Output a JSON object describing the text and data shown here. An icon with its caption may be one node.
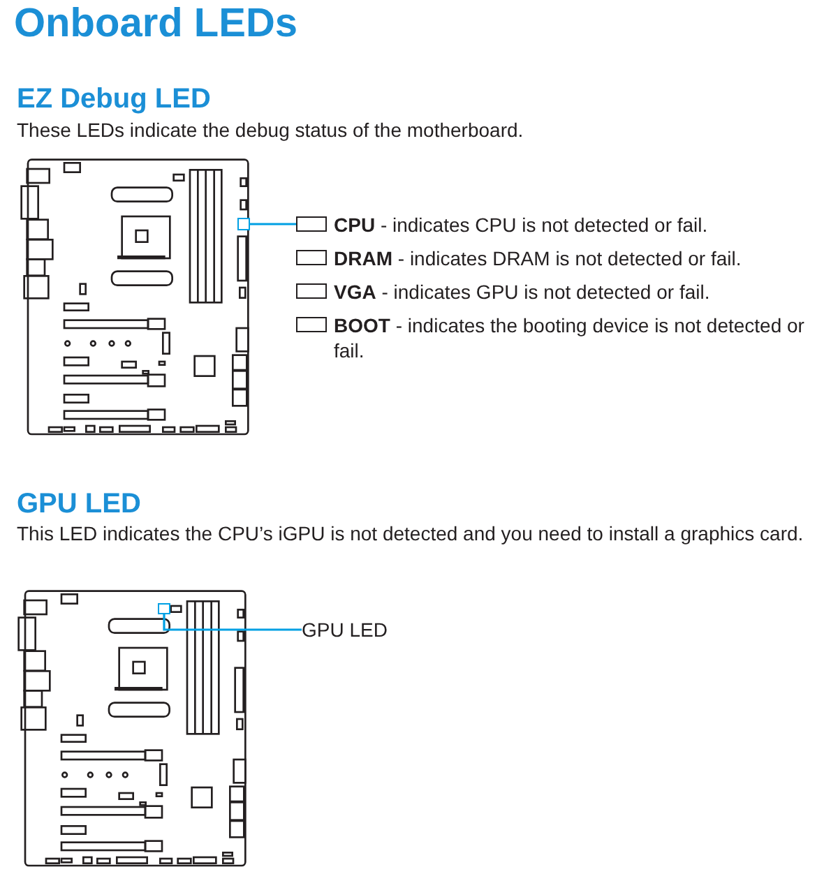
{
  "diagram": {
    "title": "Onboard LEDs",
    "nodes": [
      {
        "text": [],
        "shape": "box"
      },
      {
        "text": [
          "**CPU** - indicates CPU is not detected or fail."
        ]
      },
      {
        "text": [
          "**DRAM** - indicates DRAM is not detected or fail."
        ]
      },
      {
        "text": [
          "**VGA** - indicates GPU is not detected or fail."
        ]
      },
      {
        "text": [
          "**BOOT** - indicates the booting device is not detected or fail."
        ]
      },
      {
        "text": [],
        "shape": "box"
      },
      {
        "text": [
          "GPU LED"
        ]
      }
    ],
    "edges": [
      {
        "from": 0,
        "to": 1,
        "arrow": "none"
      },
      {
        "from": 5,
        "to": 6,
        "arrow": "none"
      }
    ],
    "labels": [
      "EZ Debug LED",
      "These LEDs indicate the debug status of the motherboard.",
      "GPU LED",
      "This LED indicates the CPU’s iGPU is not detected and you need to install a graphics card."
    ]
  }
}
